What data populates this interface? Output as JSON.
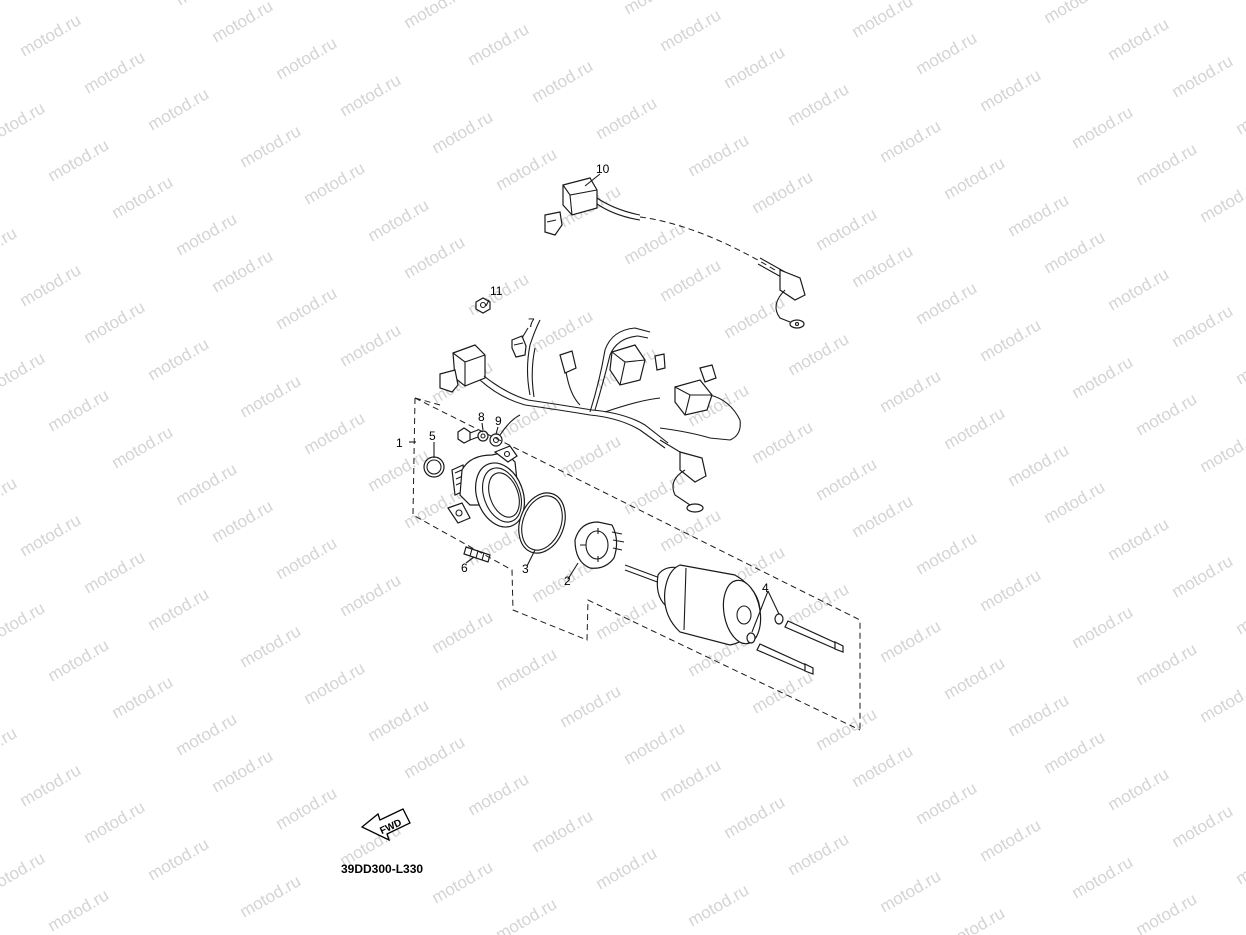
{
  "watermark": "motod.ru",
  "diagram_code": "39DD300-L330",
  "direction_label": "FWD",
  "callouts": {
    "p1": "1",
    "p2": "2",
    "p3": "3",
    "p4": "4",
    "p5": "5",
    "p6": "6",
    "p7": "7",
    "p8": "8",
    "p9": "9",
    "p10": "10",
    "p11": "11"
  }
}
